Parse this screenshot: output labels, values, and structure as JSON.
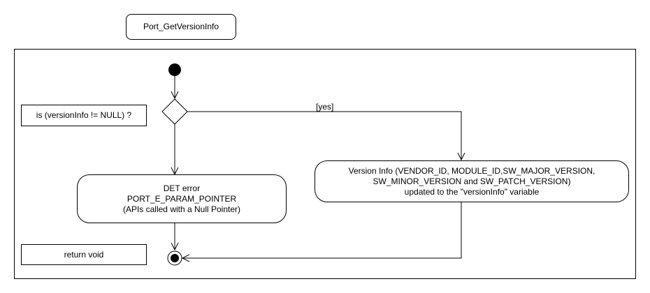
{
  "diagram": {
    "title": "Port_GetVersionInfo",
    "condition_note": "is (versionInfo != NULL) ?",
    "return_note": "return void",
    "guard_yes": "[yes]",
    "det_error": {
      "line1": "DET error",
      "line2": "PORT_E_PARAM_POINTER",
      "line3": "(APIs called with a Null Pointer)"
    },
    "version_info": {
      "line1": "Version Info (VENDOR_ID, MODULE_ID,SW_MAJOR_VERSION,",
      "line2": "SW_MINOR_VERSION and SW_PATCH_VERSION)",
      "line3": "updated to the \"versionInfo\" variable"
    }
  }
}
